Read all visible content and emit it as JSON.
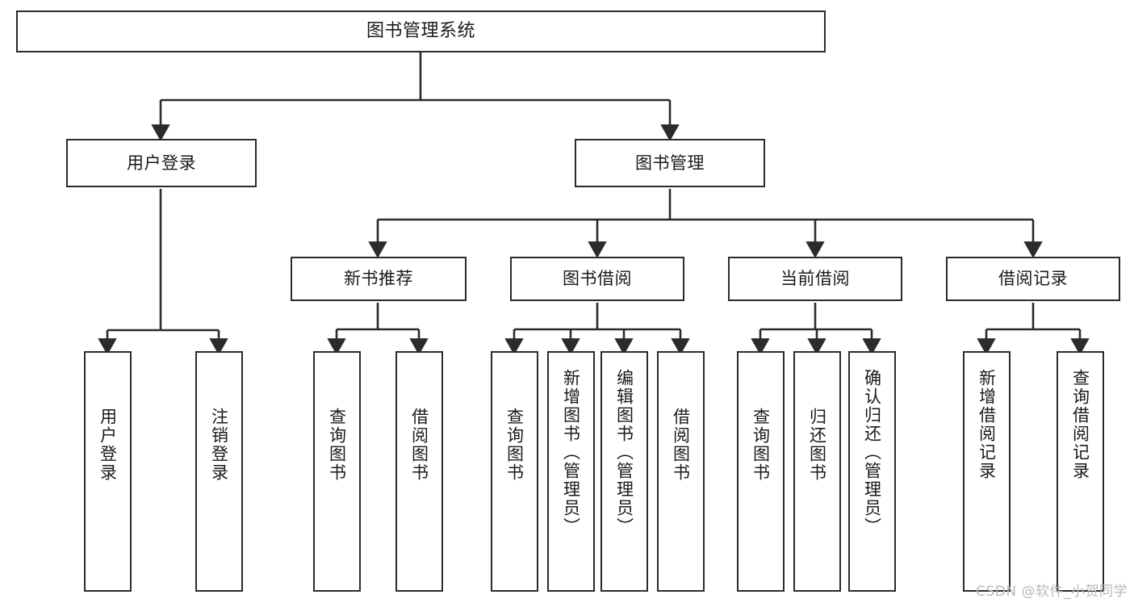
{
  "diagram": {
    "title": "图书管理系统",
    "type": "tree-hierarchy-diagram",
    "background_color": "#ffffff",
    "box_border_color": "#2b2b2b",
    "connector_color": "#2b2b2b",
    "text_color": "#1a1a1a",
    "levels": {
      "level1": [
        "图书管理系统"
      ],
      "level2": [
        "用户登录",
        "图书管理"
      ],
      "level3": [
        "新书推荐",
        "图书借阅",
        "当前借阅",
        "借阅记录"
      ],
      "level4": [
        "用户登录",
        "注销登录",
        "查询图书",
        "借阅图书",
        "查询图书",
        "新增图书（管理员）",
        "编辑图书（管理员）",
        "借阅图书",
        "查询图书",
        "归还图书",
        "确认归还（管理员）",
        "新增借阅记录",
        "查询借阅记录"
      ]
    }
  },
  "nodes": {
    "root": {
      "label": "图书管理系统"
    },
    "user_login": {
      "label": "用户登录"
    },
    "book_manage": {
      "label": "图书管理"
    },
    "new_book_rec": {
      "label": "新书推荐"
    },
    "book_borrow": {
      "label": "图书借阅"
    },
    "current_borrow": {
      "label": "当前借阅"
    },
    "borrow_record": {
      "label": "借阅记录"
    },
    "leaf_user_login": {
      "label": "用户登录"
    },
    "leaf_logout": {
      "label": "注销登录"
    },
    "leaf_query_book_1": {
      "label": "查询图书"
    },
    "leaf_borrow_book_1": {
      "label": "借阅图书"
    },
    "leaf_query_book_2": {
      "label": "查询图书"
    },
    "leaf_add_book": {
      "label": "新增图书（管理员）"
    },
    "leaf_edit_book": {
      "label": "编辑图书（管理员）"
    },
    "leaf_borrow_book_2": {
      "label": "借阅图书"
    },
    "leaf_query_book_3": {
      "label": "查询图书"
    },
    "leaf_return_book": {
      "label": "归还图书"
    },
    "leaf_confirm_return": {
      "label": "确认归还（管理员）"
    },
    "leaf_add_record": {
      "label": "新增借阅记录"
    },
    "leaf_query_record": {
      "label": "查询借阅记录"
    }
  },
  "watermark": {
    "text": "CSDN @软件_小贺同学"
  }
}
